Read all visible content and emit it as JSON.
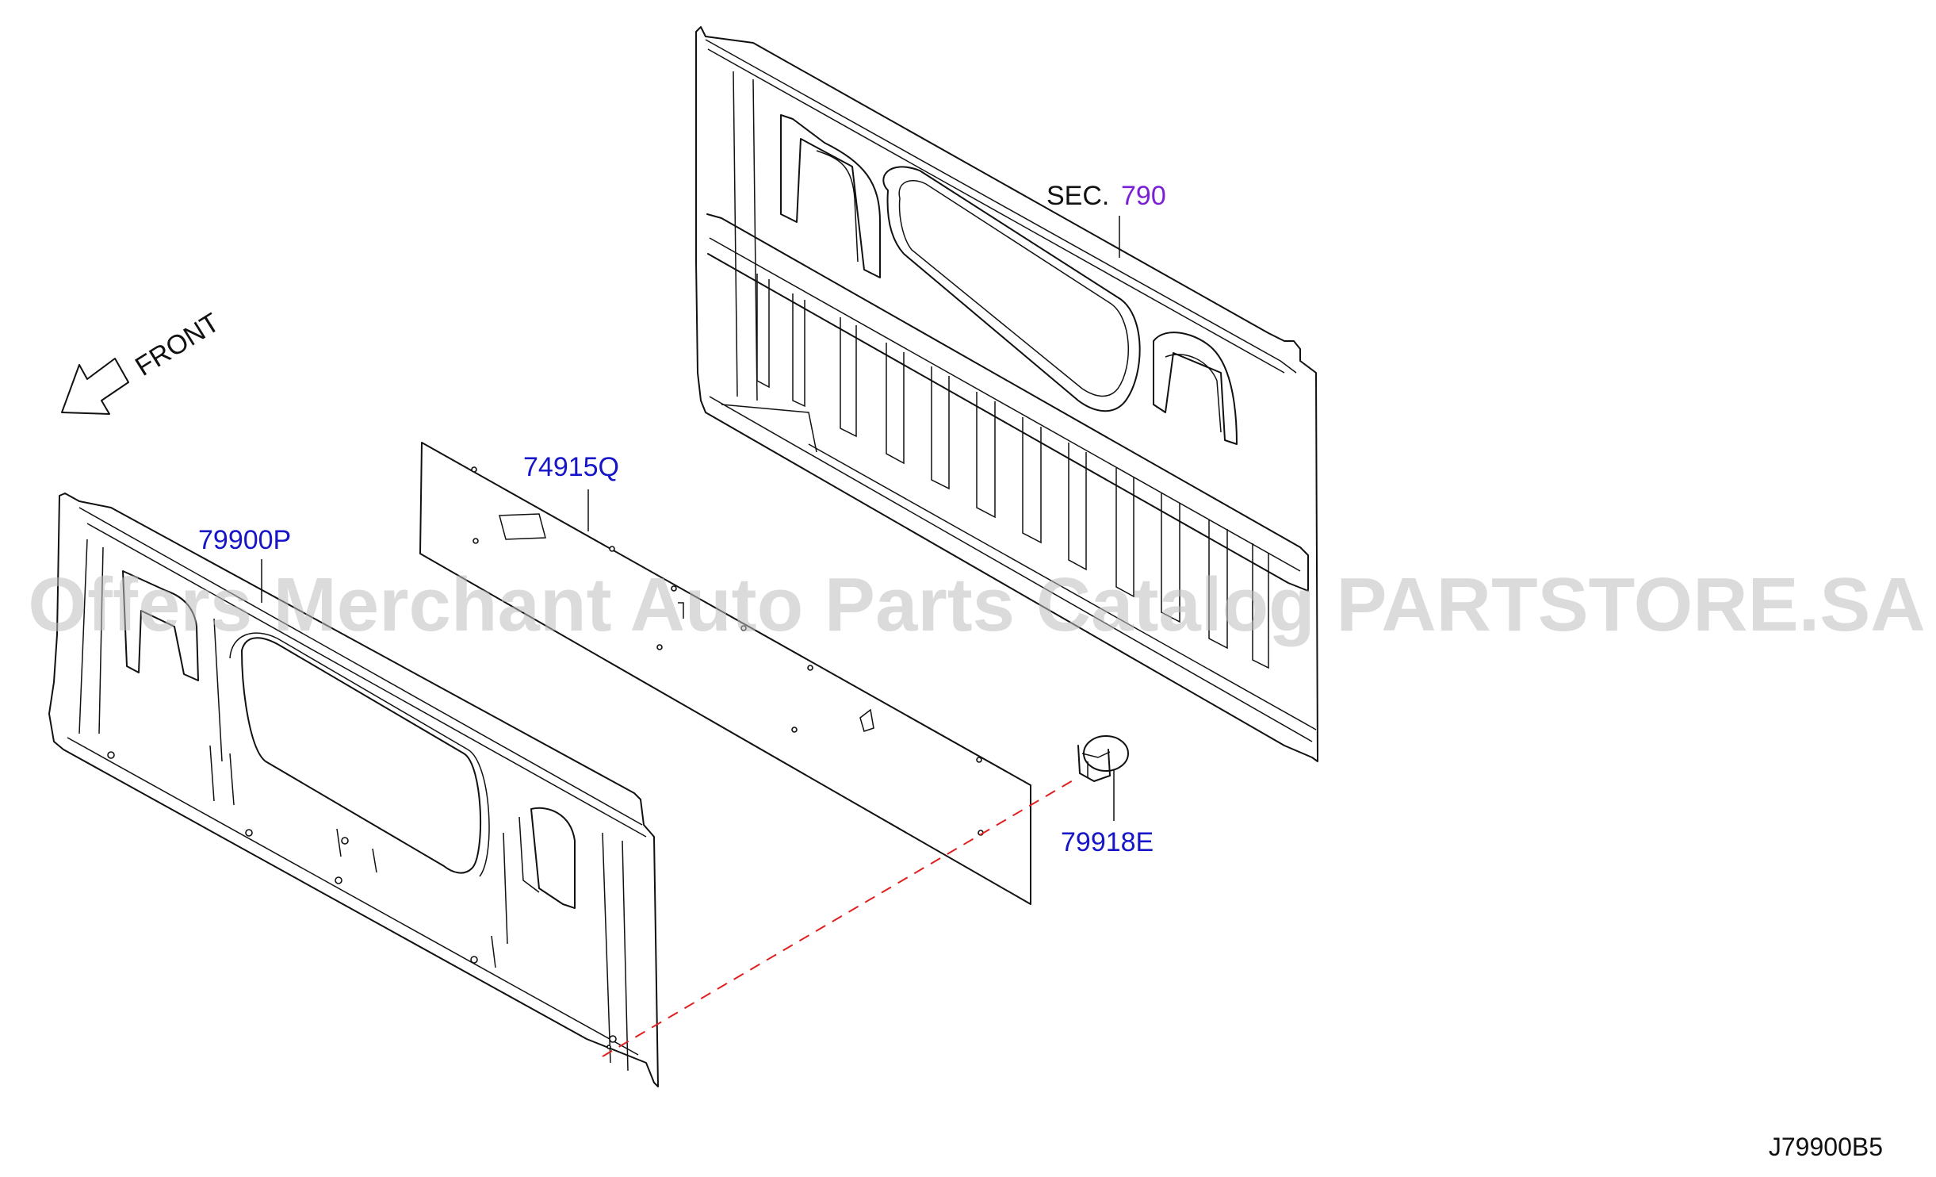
{
  "watermark": "Offers Merchant Auto Parts Catalog PARTSTORE.SA",
  "direction_label": "FRONT",
  "section_ref": {
    "prefix": "SEC.",
    "number": "790"
  },
  "callouts": {
    "rear_panel_finisher": "79900P",
    "insulator": "74915Q",
    "clip": "79918E"
  },
  "diagram_code": "J79900B5",
  "colors": {
    "callout_text": "#1616c8",
    "section_number": "#7a1fd6",
    "dashed_line": "#e02020",
    "linework": "#111111"
  },
  "icons": [
    "front-arrow-icon"
  ]
}
